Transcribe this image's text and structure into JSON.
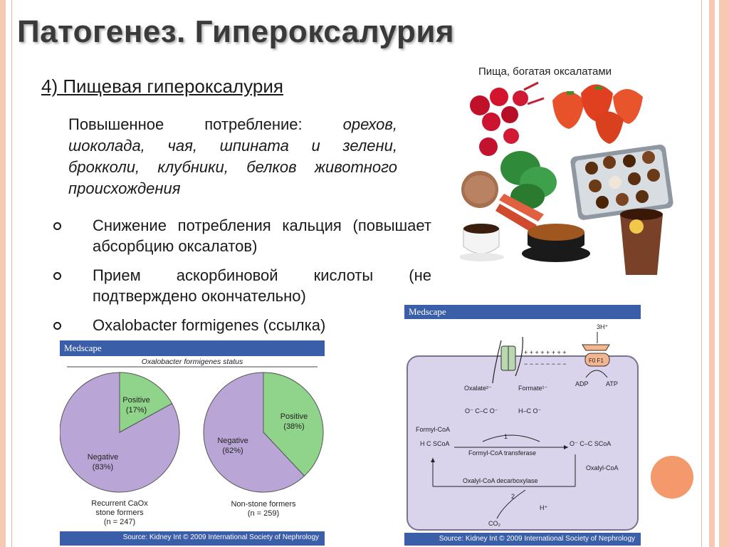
{
  "slide": {
    "title": "Патогенез. Гипероксалурия",
    "subtitle": "4) Пищевая гипероксалурия",
    "para_lead": "Повышенное потребление:",
    "para_items": "орехов, шоколада, чая, шпината и зелени, брокколи, клубники, белков животного происхождения",
    "bullets": [
      "Снижение потребления кальция (повышает абсорбцию оксалатов)",
      "Прием аскорбиновой кислоты (не подтверждено окончательно)",
      "Oxalobacter formigenes (ссылка)"
    ]
  },
  "food_image": {
    "caption": "Пища, богатая оксалатами"
  },
  "pie_figure": {
    "brand": "Medscape",
    "title": "Oxalobacter formigenes status",
    "source": "Source: Kidney Int © 2009 International Society of Nephrology",
    "left_caption_1": "Recurrent CaOx",
    "left_caption_2": "stone formers",
    "left_n": "(n = 247)",
    "right_caption": "Non-stone formers",
    "right_n": "(n = 259)"
  },
  "chart_data": [
    {
      "type": "pie",
      "title": "Oxalobacter formigenes status",
      "labels": [
        "Positive",
        "Negative"
      ],
      "values": [
        17,
        83
      ],
      "value_labels": [
        "(17%)",
        "(83%)"
      ],
      "caption": "Recurrent CaOx stone formers (n = 247)"
    },
    {
      "type": "pie",
      "labels": [
        "Positive",
        "Negative"
      ],
      "values": [
        38,
        62
      ],
      "value_labels": [
        "(38%)",
        "(62%)"
      ],
      "caption": "Non-stone formers (n = 259)"
    }
  ],
  "pathway_figure": {
    "brand": "Medscape",
    "source": "Source: Kidney Int © 2009 International Society of Nephrology",
    "proton": "3H⁺",
    "charges": "+ + + + + + + +",
    "atpase": "F0 F1",
    "adp": "ADP",
    "atp": "ATP",
    "oxalate": "Oxalate²⁻",
    "formate": "Formate¹⁻",
    "formyl_coa": "Formyl-CoA",
    "oxalyl_coa": "Oxalyl-CoA",
    "enzyme1": "Formyl-CoA transferase",
    "enzyme2": "Oxalyl-CoA decarboxylase",
    "step1": "1",
    "step2": "2",
    "h_plus": "H⁺",
    "co2": "CO₂"
  },
  "colors": {
    "pie_negative": "#b9a6d6",
    "pie_positive": "#8fd48a",
    "medscape_blue": "#3b5ea8",
    "accent_orange": "#f4996b",
    "cell_fill": "#d9d3ec"
  }
}
